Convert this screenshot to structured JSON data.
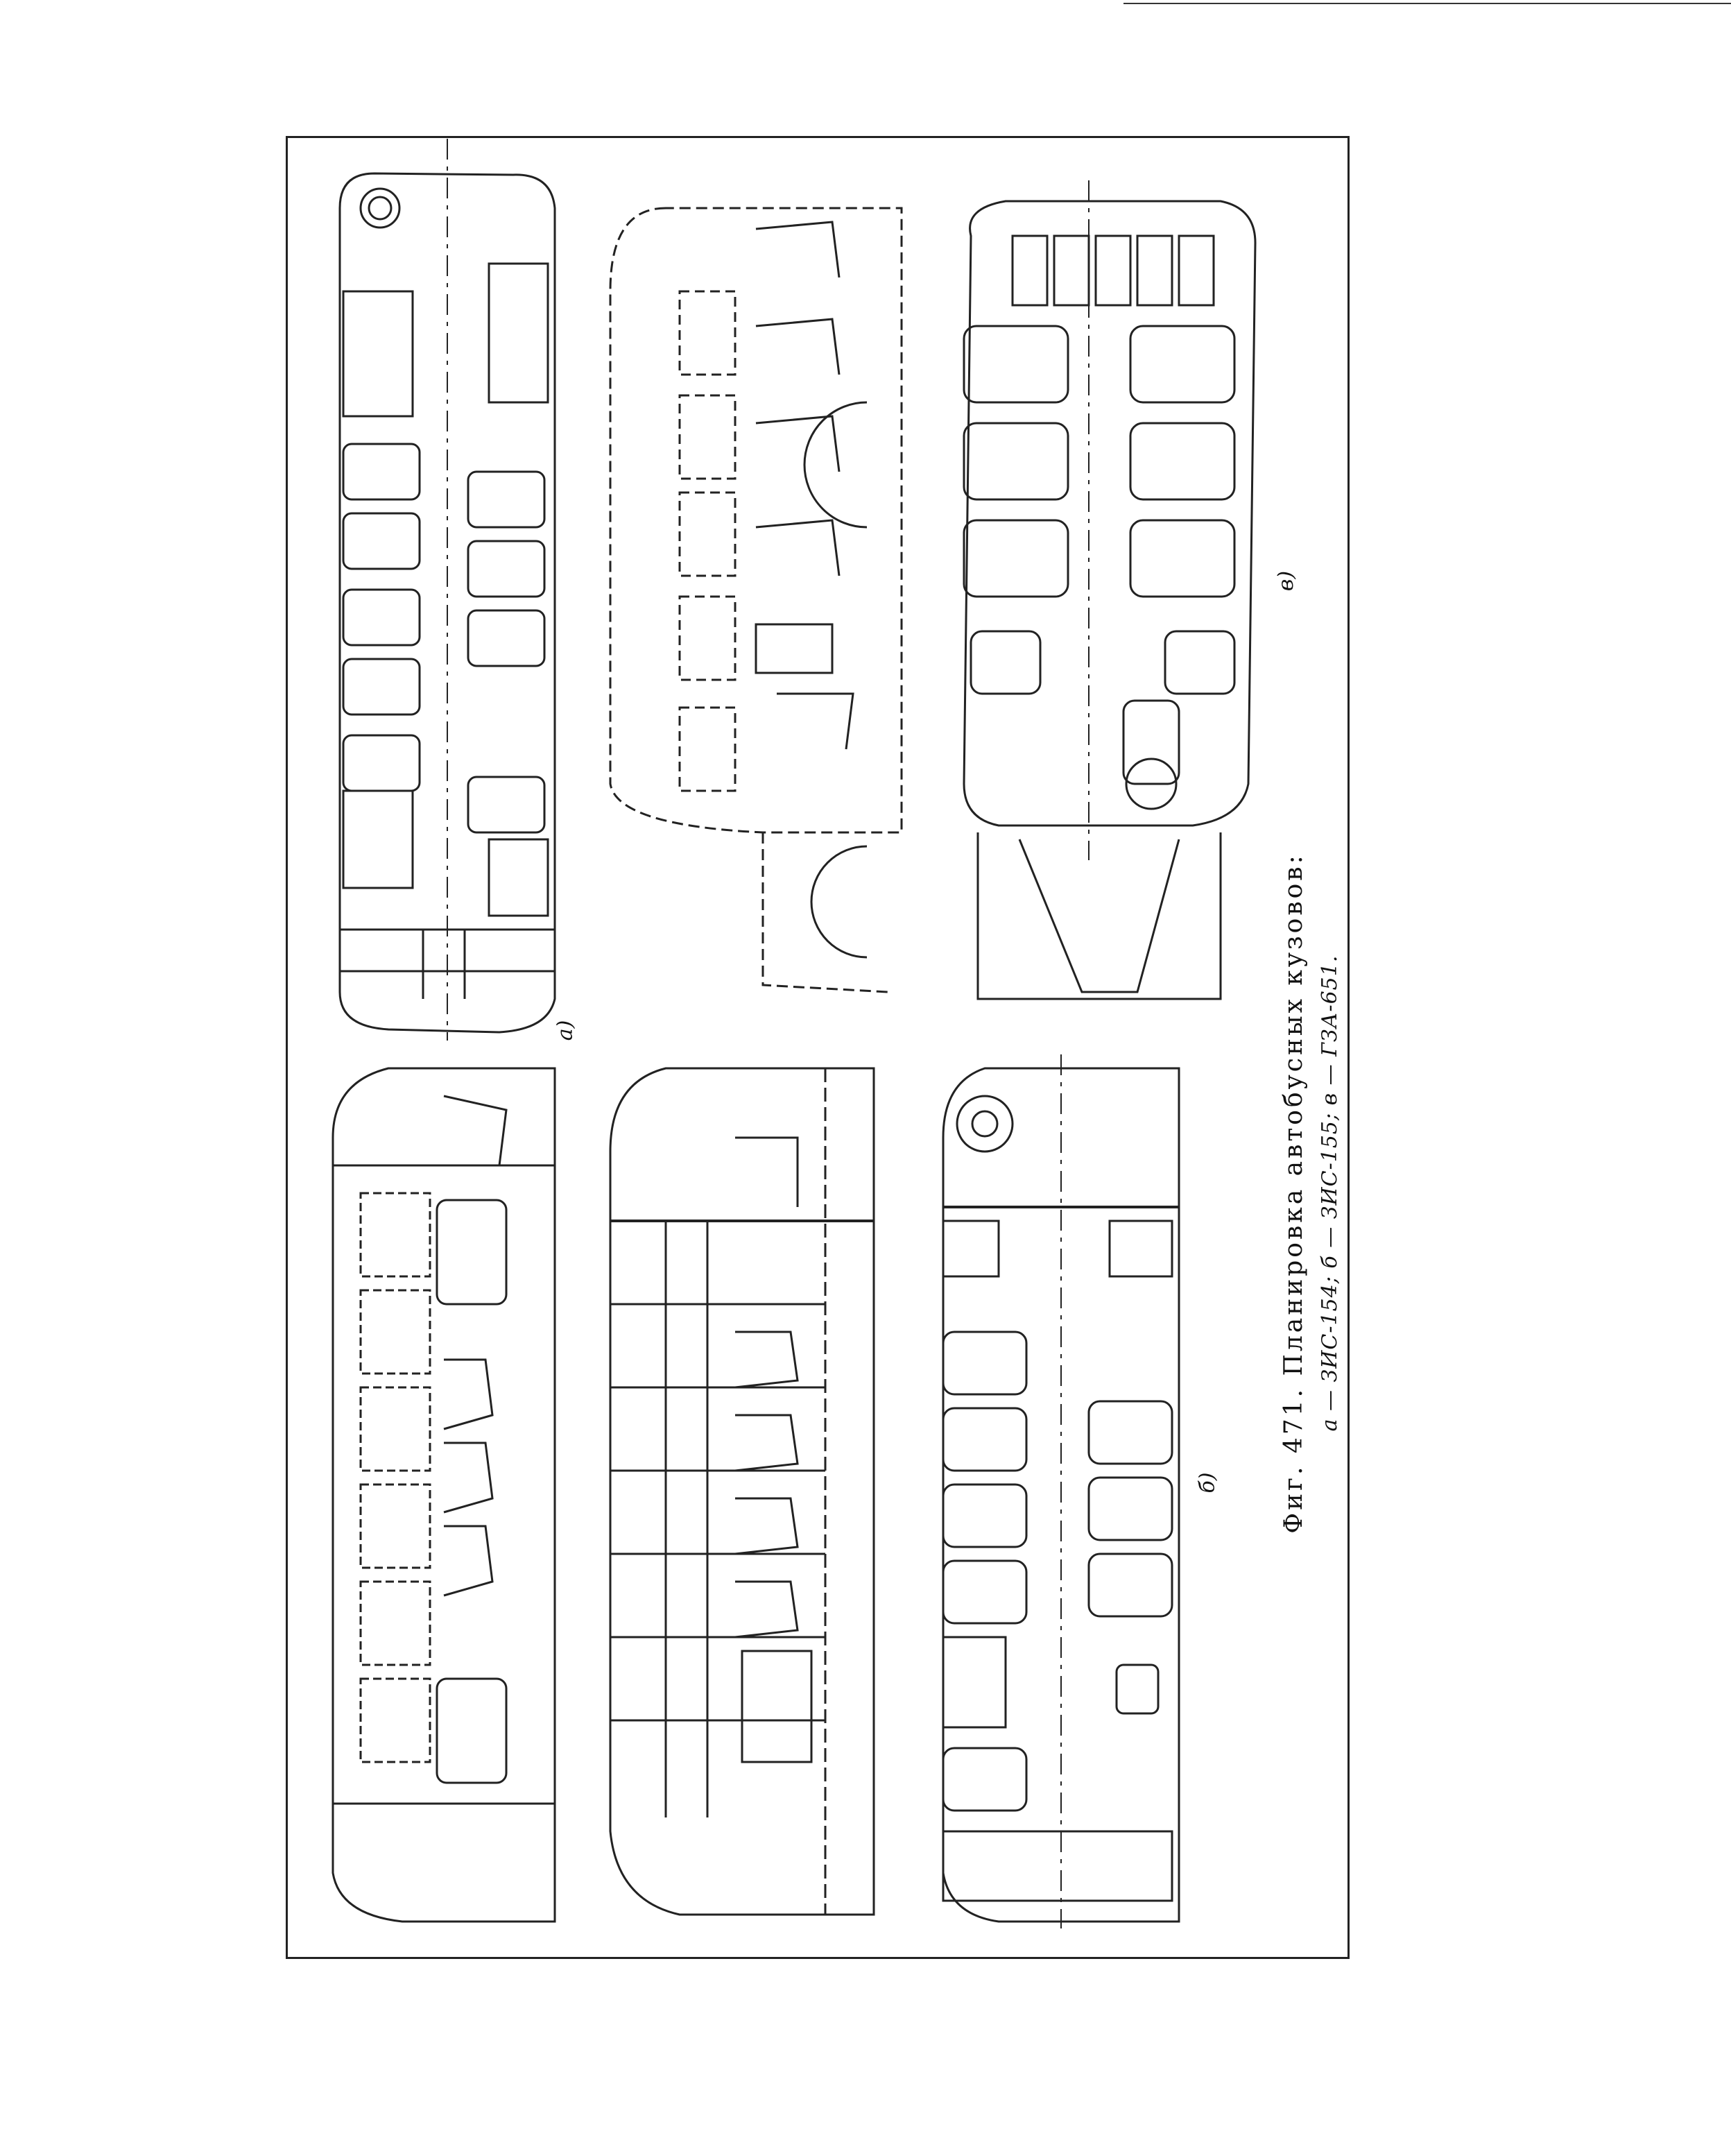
{
  "caption": {
    "title": "Фиг. 471. Планировка автобусных кузовов:",
    "legend": "а — ЗИС-154; б — ЗИС-155; в — ГЗА-651."
  },
  "panel_labels": {
    "a": "а)",
    "b": "б)",
    "v": "в)"
  }
}
